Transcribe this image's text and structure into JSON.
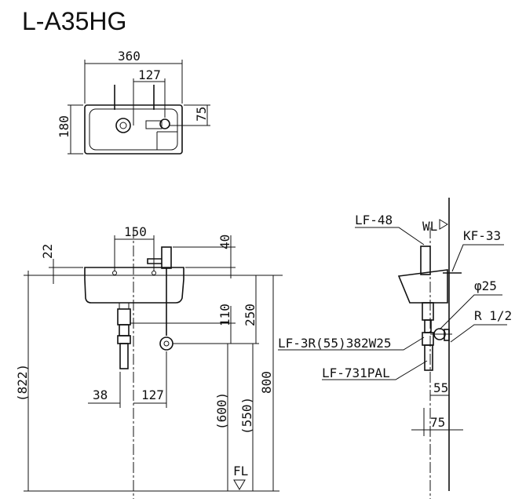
{
  "title": "L-A35HG",
  "top_view": {
    "width": "360",
    "faucet_spacing": "127",
    "depth": "180",
    "edge_offset": "75"
  },
  "front_view": {
    "faucet_offset": "150",
    "rim_thickness": "22",
    "faucet_height": "40",
    "basin_height": "250",
    "drain_offset": "110",
    "total_height_ref": "(822)",
    "height_600": "(600)",
    "height_550": "(550)",
    "rim_height": "800",
    "drain_left": "38",
    "drain_spacing": "127",
    "floor_label": "FL"
  },
  "side_view": {
    "water_level": "WL",
    "part_faucet": "LF-48",
    "part_bracket": "KF-33",
    "pipe_diameter": "φ25",
    "thread": "R 1/2",
    "part_trap": "LF-3R(55)382W25",
    "part_drain": "LF-731PAL",
    "offset_55": "55",
    "offset_75": "75"
  }
}
